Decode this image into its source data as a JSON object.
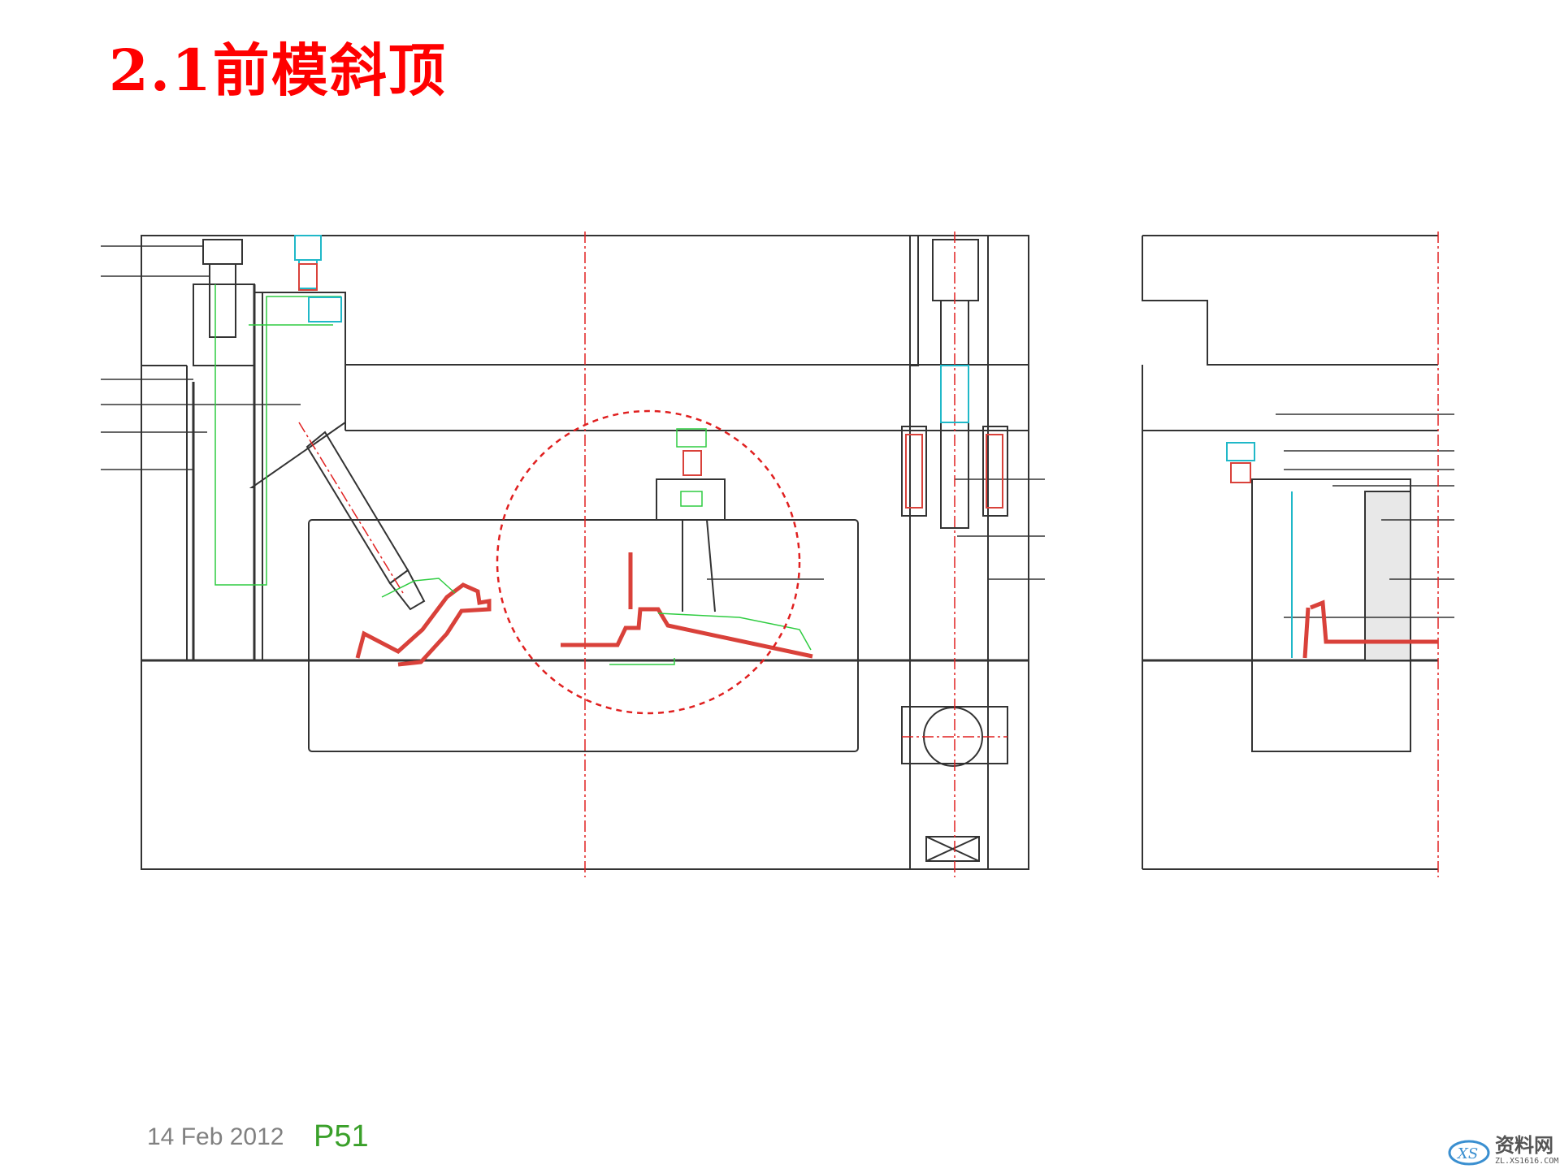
{
  "slide": {
    "title": "2.1前模斜顶",
    "date": "14 Feb 2012",
    "page_number": "P51"
  },
  "watermark": {
    "text": "资料网",
    "url_text": "ZL.XS1616.COM"
  },
  "colors": {
    "title": "#ff0000",
    "page_number": "#3aa02a",
    "outline": "#333333",
    "part": "#d9413a",
    "green": "#2ecc40",
    "cyan": "#20b8c8",
    "centerline": "#e02020"
  }
}
